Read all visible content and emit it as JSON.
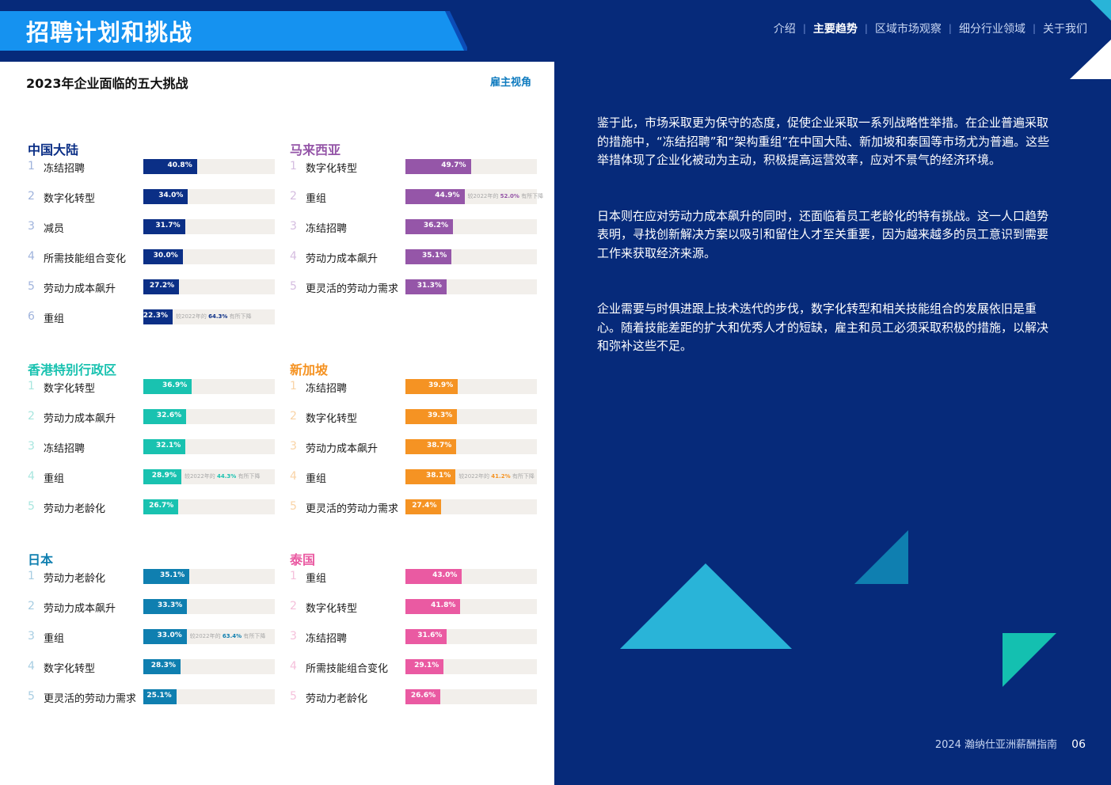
{
  "header": {
    "title": "招聘计划和挑战",
    "nav": [
      {
        "label": "介绍",
        "active": false
      },
      {
        "label": "主要趋势",
        "active": true
      },
      {
        "label": "区域市场观察",
        "active": false
      },
      {
        "label": "细分行业领域",
        "active": false
      },
      {
        "label": "关于我们",
        "active": false
      }
    ],
    "separator": "|"
  },
  "panel": {
    "title": "2023年企业面临的五大挑战",
    "tag": "雇主视角"
  },
  "chart_data": {
    "type": "bar",
    "orientation": "horizontal",
    "title": "2023年企业面临的五大挑战",
    "xlim": [
      0,
      100
    ],
    "regions": [
      {
        "name": "中国大陆",
        "color": "#0b2f86",
        "rank_color": "#9fb3dc",
        "items": [
          {
            "rank": "1",
            "label": "冻结招聘",
            "value": 40.8,
            "value_label": "40.8%"
          },
          {
            "rank": "2",
            "label": "数字化转型",
            "value": 34.0,
            "value_label": "34.0%"
          },
          {
            "rank": "3",
            "label": "减员",
            "value": 31.7,
            "value_label": "31.7%"
          },
          {
            "rank": "4",
            "label": "所需技能组合变化",
            "value": 30.0,
            "value_label": "30.0%"
          },
          {
            "rank": "5",
            "label": "劳动力成本飙升",
            "value": 27.2,
            "value_label": "27.2%"
          },
          {
            "rank": "6",
            "label": "重组",
            "value": 22.3,
            "value_label": "22.3%",
            "note": {
              "prefix": "较2022年的",
              "value": "64.3%",
              "suffix": "有所下降"
            }
          }
        ]
      },
      {
        "name": "马来西亚",
        "color": "#9556a8",
        "rank_color": "#d5bde0",
        "items": [
          {
            "rank": "1",
            "label": "数字化转型",
            "value": 49.7,
            "value_label": "49.7%"
          },
          {
            "rank": "2",
            "label": "重组",
            "value": 44.9,
            "value_label": "44.9%",
            "note": {
              "prefix": "较2022年的",
              "value": "52.0%",
              "suffix": "有所下降"
            }
          },
          {
            "rank": "3",
            "label": "冻结招聘",
            "value": 36.2,
            "value_label": "36.2%"
          },
          {
            "rank": "4",
            "label": "劳动力成本飙升",
            "value": 35.1,
            "value_label": "35.1%"
          },
          {
            "rank": "5",
            "label": "更灵活的劳动力需求",
            "value": 31.3,
            "value_label": "31.3%"
          }
        ]
      },
      {
        "name": "香港特别行政区",
        "color": "#19c2b0",
        "rank_color": "#a8e6df",
        "items": [
          {
            "rank": "1",
            "label": "数字化转型",
            "value": 36.9,
            "value_label": "36.9%"
          },
          {
            "rank": "2",
            "label": "劳动力成本飙升",
            "value": 32.6,
            "value_label": "32.6%"
          },
          {
            "rank": "3",
            "label": "冻结招聘",
            "value": 32.1,
            "value_label": "32.1%"
          },
          {
            "rank": "4",
            "label": "重组",
            "value": 28.9,
            "value_label": "28.9%",
            "note": {
              "prefix": "较2022年的",
              "value": "44.3%",
              "suffix": "有所下降"
            }
          },
          {
            "rank": "5",
            "label": "劳动力老龄化",
            "value": 26.7,
            "value_label": "26.7%"
          }
        ]
      },
      {
        "name": "新加坡",
        "color": "#f59323",
        "rank_color": "#f9d3a6",
        "items": [
          {
            "rank": "1",
            "label": "冻结招聘",
            "value": 39.9,
            "value_label": "39.9%"
          },
          {
            "rank": "2",
            "label": "数字化转型",
            "value": 39.3,
            "value_label": "39.3%"
          },
          {
            "rank": "3",
            "label": "劳动力成本飙升",
            "value": 38.7,
            "value_label": "38.7%"
          },
          {
            "rank": "4",
            "label": "重组",
            "value": 38.1,
            "value_label": "38.1%",
            "note": {
              "prefix": "较2022年的",
              "value": "41.2%",
              "suffix": "有所下降"
            }
          },
          {
            "rank": "5",
            "label": "更灵活的劳动力需求",
            "value": 27.4,
            "value_label": "27.4%"
          }
        ]
      },
      {
        "name": "日本",
        "color": "#0f7fb0",
        "rank_color": "#a7cde2",
        "items": [
          {
            "rank": "1",
            "label": "劳动力老龄化",
            "value": 35.1,
            "value_label": "35.1%"
          },
          {
            "rank": "2",
            "label": "劳动力成本飙升",
            "value": 33.3,
            "value_label": "33.3%"
          },
          {
            "rank": "3",
            "label": "重组",
            "value": 33.0,
            "value_label": "33.0%",
            "note": {
              "prefix": "较2022年的",
              "value": "63.4%",
              "suffix": "有所下降"
            }
          },
          {
            "rank": "4",
            "label": "数字化转型",
            "value": 28.3,
            "value_label": "28.3%"
          },
          {
            "rank": "5",
            "label": "更灵活的劳动力需求",
            "value": 25.1,
            "value_label": "25.1%"
          }
        ]
      },
      {
        "name": "泰国",
        "color": "#ea5aa2",
        "rank_color": "#f5c0db",
        "items": [
          {
            "rank": "1",
            "label": "重组",
            "value": 43.0,
            "value_label": "43.0%"
          },
          {
            "rank": "2",
            "label": "数字化转型",
            "value": 41.8,
            "value_label": "41.8%"
          },
          {
            "rank": "3",
            "label": "冻结招聘",
            "value": 31.6,
            "value_label": "31.6%"
          },
          {
            "rank": "4",
            "label": "所需技能组合变化",
            "value": 29.1,
            "value_label": "29.1%"
          },
          {
            "rank": "5",
            "label": "劳动力老龄化",
            "value": 26.6,
            "value_label": "26.6%"
          }
        ]
      }
    ]
  },
  "body": {
    "paragraphs": [
      "鉴于此，市场采取更为保守的态度，促使企业采取一系列战略性举措。在企业普遍采取的措施中，“冻结招聘”和“架构重组”在中国大陆、新加坡和泰国等市场尤为普遍。这些举措体现了企业化被动为主动，积极提高运营效率，应对不景气的经济环境。",
      "日本则在应对劳动力成本飙升的同时，还面临着员工老龄化的特有挑战。这一人口趋势表明，寻找创新解决方案以吸引和留住人才至关重要，因为越来越多的员工意识到需要工作来获取经济来源。",
      "企业需要与时俱进跟上技术迭代的步伐，数字化转型和相关技能组合的发展依旧是重心。随着技能差距的扩大和优秀人才的短缺，雇主和员工必须采取积极的措施，以解决和弥补这些不足。"
    ]
  },
  "footer": {
    "guide": "2024 瀚纳仕亚洲薪酬指南",
    "page": "06"
  },
  "colors": {
    "navy": "#062a7a",
    "banner_blue": "#1592f0",
    "panel_bg": "#ffffff",
    "track": "#f2efeb"
  }
}
